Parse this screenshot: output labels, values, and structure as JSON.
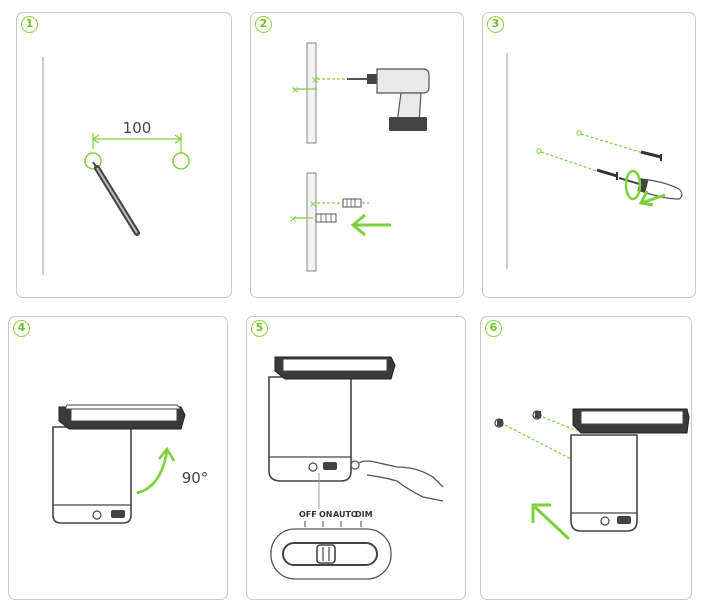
{
  "steps": [
    {
      "number": "1",
      "label": "100"
    },
    {
      "number": "2"
    },
    {
      "number": "3"
    },
    {
      "number": "4",
      "label": "90°"
    },
    {
      "number": "5",
      "switch_labels": [
        "OFF",
        "ON",
        "AUTO",
        "DIM"
      ]
    },
    {
      "number": "6"
    }
  ],
  "colors": {
    "accent": "#7ed13c",
    "line": "#555555",
    "device_dark": "#3a3a3a",
    "device_body": "#ffffff",
    "panel_border": "#c9c9c9"
  }
}
